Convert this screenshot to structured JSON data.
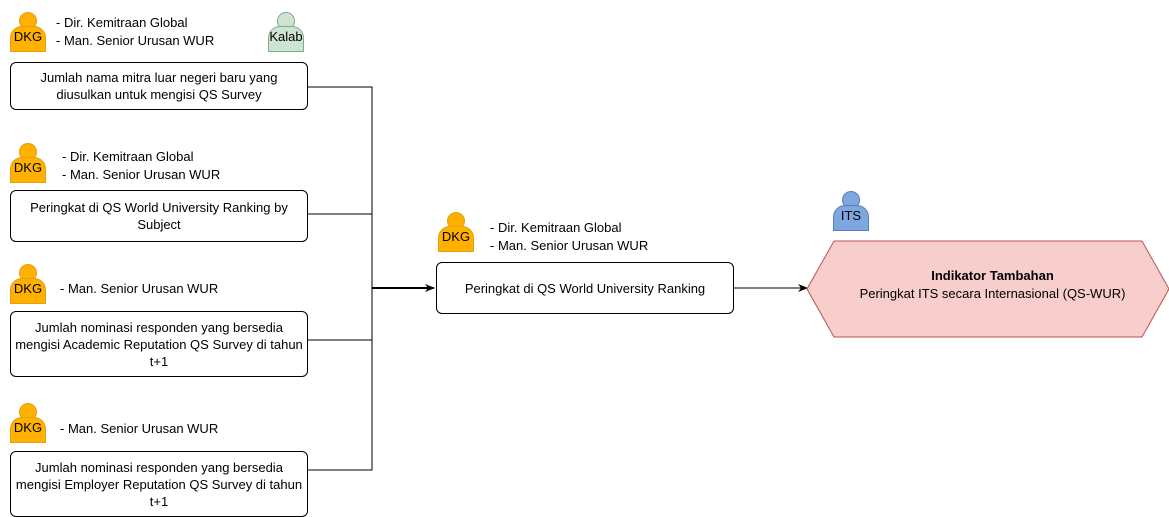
{
  "nodes": [
    {
      "role_tag": "DKG",
      "roles": [
        "- Dir. Kemitraan Global",
        "- Man. Senior Urusan WUR"
      ],
      "extra_tag": "Kalab",
      "text": "Jumlah nama mitra luar negeri baru yang diusulkan untuk mengisi QS Survey"
    },
    {
      "role_tag": "DKG",
      "roles": [
        "- Dir. Kemitraan Global",
        "- Man. Senior Urusan WUR"
      ],
      "text": "Peringkat di QS World University Ranking by Subject"
    },
    {
      "role_tag": "DKG",
      "roles": [
        "- Man. Senior Urusan WUR"
      ],
      "text": "Jumlah nominasi responden yang bersedia mengisi Academic Reputation QS Survey di tahun t+1"
    },
    {
      "role_tag": "DKG",
      "roles": [
        "- Man. Senior Urusan WUR"
      ],
      "text": "Jumlah nominasi responden yang bersedia mengisi Employer Reputation QS Survey di tahun t+1"
    }
  ],
  "center_node": {
    "role_tag": "DKG",
    "roles": [
      "- Dir. Kemitraan Global",
      "- Man. Senior Urusan WUR"
    ],
    "text": "Peringkat di QS World University Ranking"
  },
  "target_node": {
    "role_tag": "ITS",
    "title": "Indikator Tambahan",
    "subtitle": "Peringkat ITS secara Internasional (QS-WUR)",
    "fill_color": "#f8cecc",
    "stroke_color": "#b85450"
  },
  "colors": {
    "person_orange": "#ffb000",
    "person_green": "#cfe3d2",
    "person_blue": "#7ea6e0"
  }
}
